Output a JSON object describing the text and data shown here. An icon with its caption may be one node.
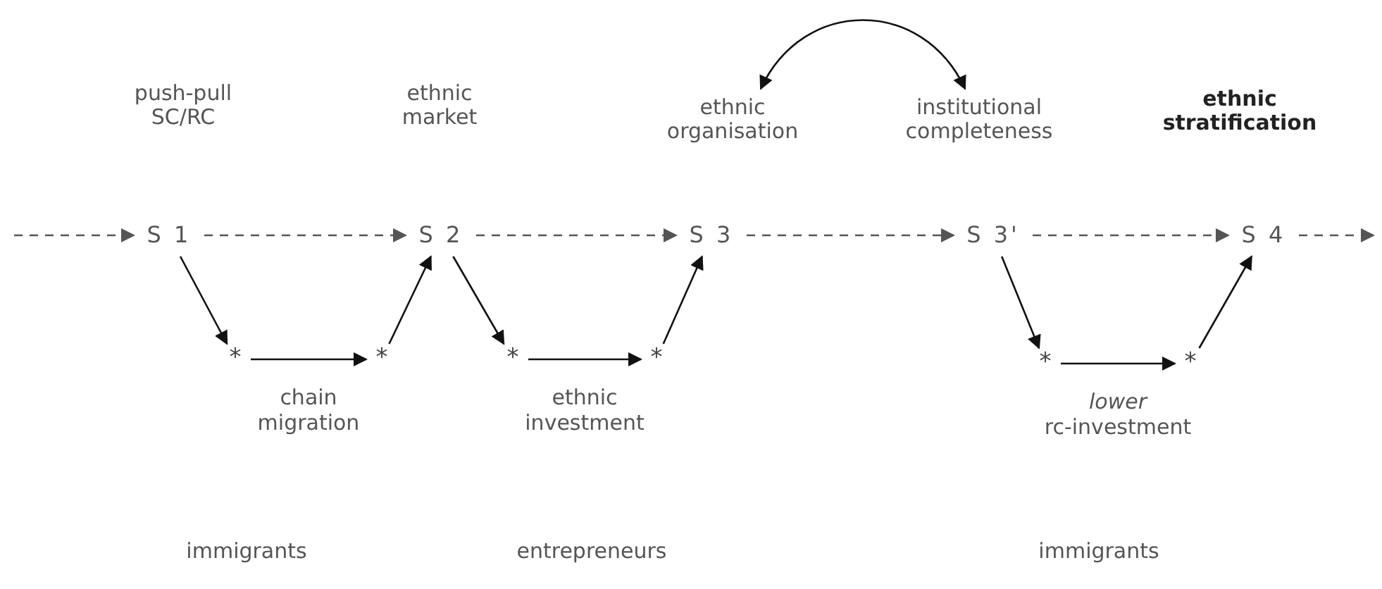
{
  "diagram": {
    "nodes": [
      {
        "text": [
          "ethnic organisation"
        ]
      },
      {
        "text": [
          "institutional completeness"
        ]
      },
      {
        "text": [
          "S 1"
        ]
      },
      {
        "text": [
          "S 2"
        ]
      },
      {
        "text": [
          "S 3"
        ]
      },
      {
        "text": [
          "S 3'"
        ]
      },
      {
        "text": [
          "S 4"
        ]
      },
      {
        "text": [
          "*"
        ]
      },
      {
        "text": [
          "*"
        ]
      },
      {
        "text": [
          "*"
        ]
      },
      {
        "text": [
          "*"
        ]
      },
      {
        "text": [
          "*"
        ]
      },
      {
        "text": [
          "*"
        ]
      }
    ],
    "edges": [
      {
        "from": null,
        "to": 2,
        "arrow": "to",
        "style": "dashed",
        "color": "#555555"
      },
      {
        "from": 2,
        "to": 3,
        "arrow": "to",
        "style": "dashed",
        "color": "#555555"
      },
      {
        "from": 3,
        "to": 4,
        "arrow": "to",
        "style": "dashed",
        "color": "#555555"
      },
      {
        "from": 4,
        "to": 5,
        "arrow": "to",
        "style": "dashed",
        "color": "#555555"
      },
      {
        "from": 5,
        "to": 6,
        "arrow": "to",
        "style": "dashed",
        "color": "#555555"
      },
      {
        "from": 6,
        "to": null,
        "arrow": "to",
        "style": "dashed",
        "color": "#555555"
      },
      {
        "from": 2,
        "to": 7,
        "arrow": "to"
      },
      {
        "from": 7,
        "to": 8,
        "arrow": "to",
        "label": "chain migration"
      },
      {
        "from": 8,
        "to": 3,
        "arrow": "to"
      },
      {
        "from": 3,
        "to": 9,
        "arrow": "to"
      },
      {
        "from": 9,
        "to": 10,
        "arrow": "to",
        "label": "ethnic investment"
      },
      {
        "from": 10,
        "to": 4,
        "arrow": "to"
      },
      {
        "from": 5,
        "to": 11,
        "arrow": "to"
      },
      {
        "from": 11,
        "to": 12,
        "arrow": "to",
        "label": "*lower* rc-investment"
      },
      {
        "from": 12,
        "to": 6,
        "arrow": "to"
      },
      {
        "from": 0,
        "to": 1,
        "arrow": "both"
      }
    ],
    "labels": [
      "push-pull SC/RC",
      "ethnic market",
      "ethnic stratification",
      "immigrants",
      "entrepreneurs",
      "immigrants"
    ]
  }
}
